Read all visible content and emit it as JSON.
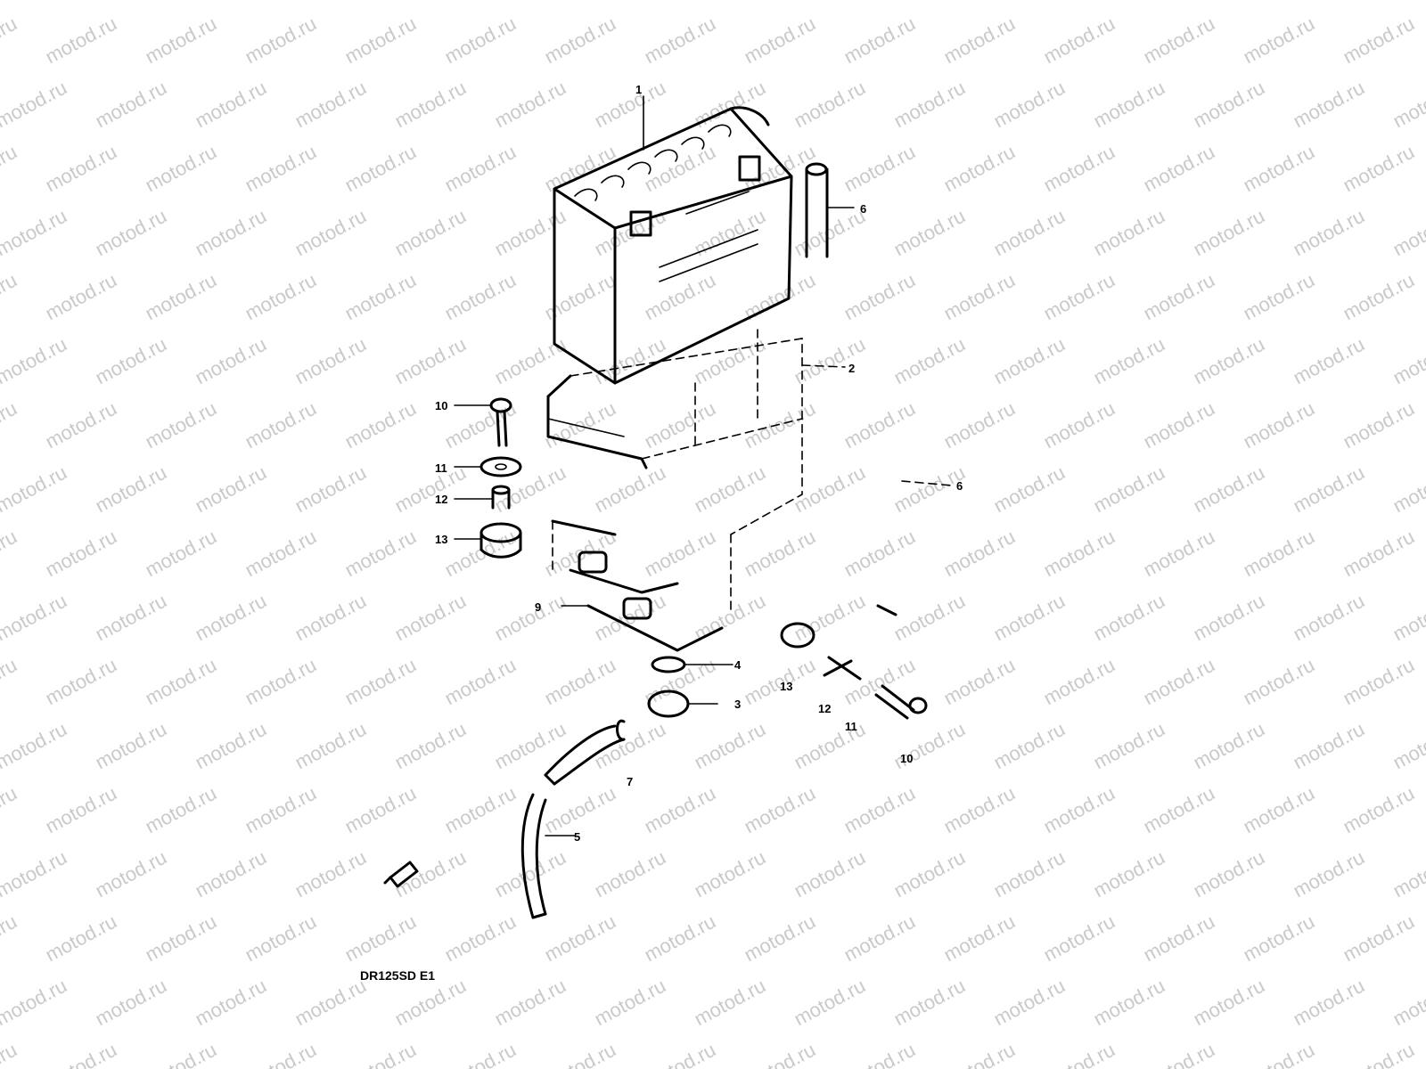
{
  "watermark": "motod.ru",
  "model_code": "DR125SD E1",
  "callouts": [
    "1",
    "2",
    "3",
    "4",
    "5",
    "6",
    "7",
    "9",
    "10",
    "11",
    "12",
    "13",
    "10",
    "11",
    "12",
    "13",
    "6"
  ]
}
